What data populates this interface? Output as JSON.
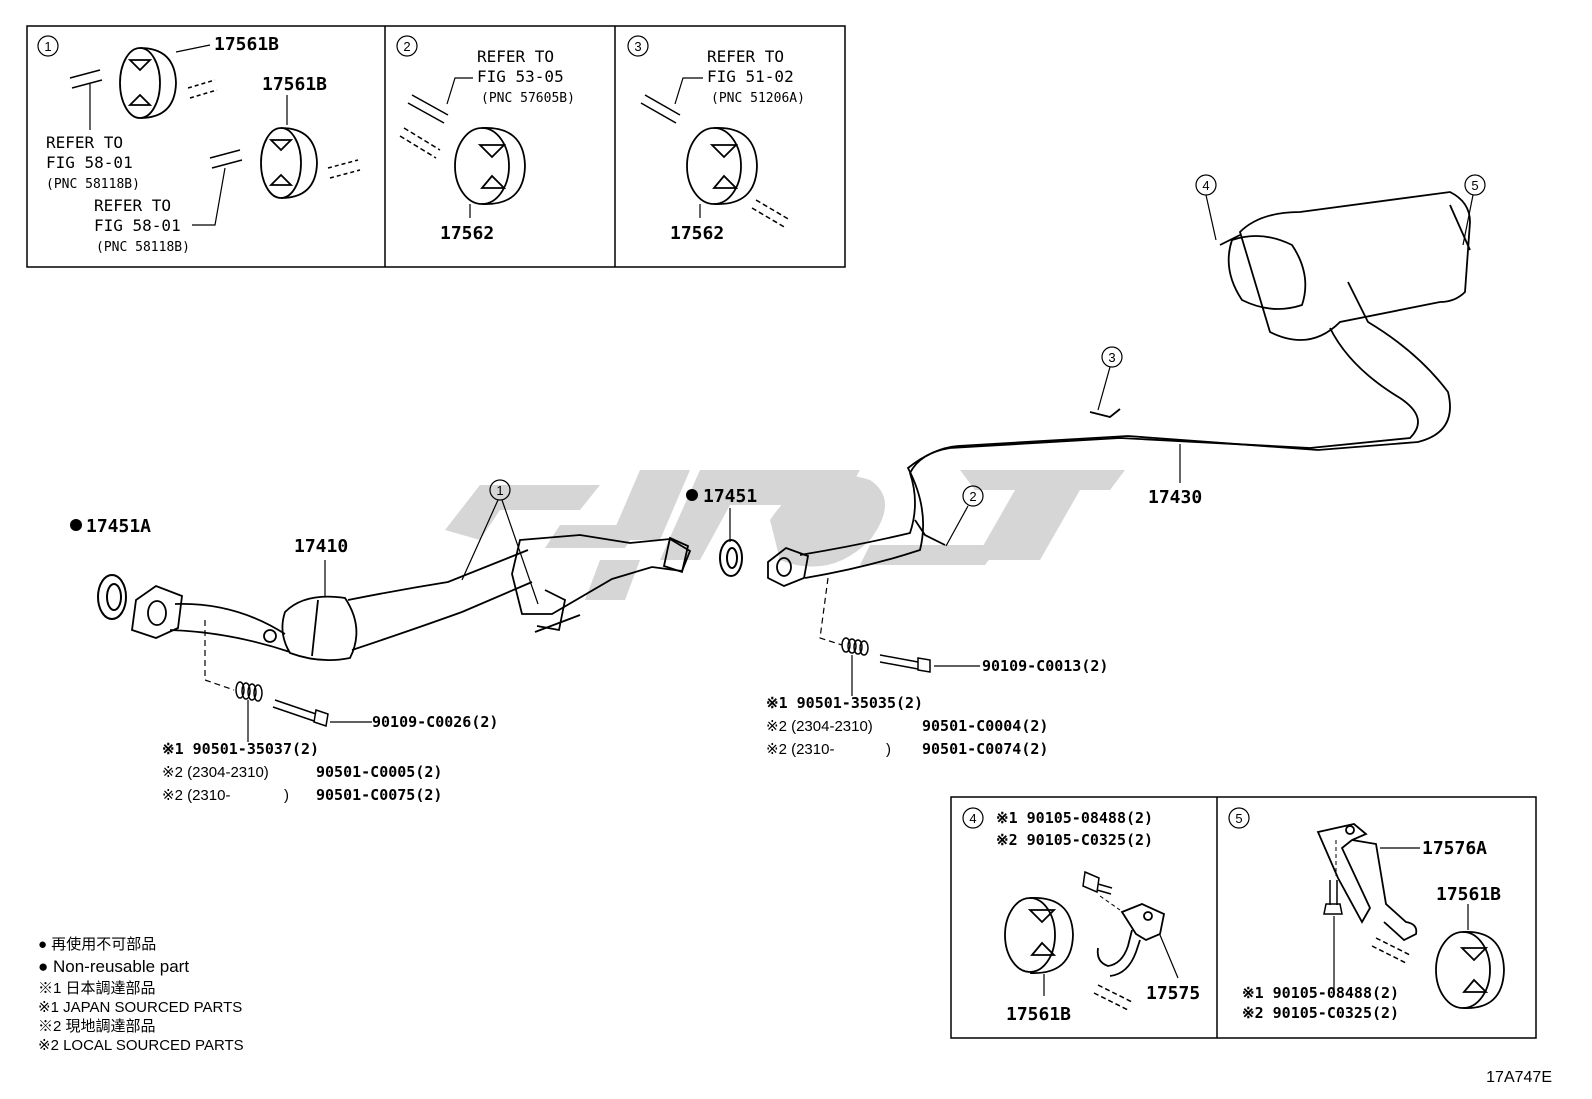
{
  "insets": {
    "i1": {
      "num": "1",
      "p1": "17561B",
      "p2": "17561B",
      "refer_a": [
        "REFER TO",
        "FIG 58-01",
        "(PNC 58118B)"
      ],
      "refer_b": [
        "REFER TO",
        "FIG 58-01",
        "(PNC 58118B)"
      ]
    },
    "i2": {
      "num": "2",
      "refer": [
        "REFER TO",
        "FIG 53-05",
        "(PNC 57605B)"
      ],
      "part": "17562"
    },
    "i3": {
      "num": "3",
      "refer": [
        "REFER TO",
        "FIG 51-02",
        "(PNC 51206A)"
      ],
      "part": "17562"
    },
    "i4": {
      "num": "4",
      "fast1": "※1 90105-08488(2)",
      "fast2": "※2 90105-C0325(2)",
      "p1": "17561B",
      "p2": "17575"
    },
    "i5": {
      "num": "5",
      "p1": "17576A",
      "p2": "17561B",
      "fast1": "※1 90105-08488(2)",
      "fast2": "※2 90105-C0325(2)"
    }
  },
  "main": {
    "gasket_a": "17451A",
    "front_pipe": "17410",
    "gasket_b": "17451",
    "tail_pipe": "17430",
    "callouts": [
      "1",
      "2",
      "3",
      "4",
      "5"
    ],
    "bolt_a": "90109-C0026(2)",
    "spring_a": [
      "※1 90501-35037(2)",
      "※2 (2304-2310)",
      "90501-C0005(2)",
      "※2 (2310-",
      ")",
      "90501-C0075(2)"
    ],
    "bolt_b": "90109-C0013(2)",
    "spring_b": [
      "※1 90501-35035(2)",
      "※2 (2304-2310)",
      "90501-C0004(2)",
      "※2 (2310-",
      ")",
      "90501-C0074(2)"
    ]
  },
  "legend": [
    "● 再使用不可部品",
    "● Non-reusable part",
    "※1  日本調達部品",
    "※1  JAPAN SOURCED PARTS",
    "※2  現地調達部品",
    "※2  LOCAL SOURCED PARTS"
  ],
  "figure_id": "17A747E"
}
